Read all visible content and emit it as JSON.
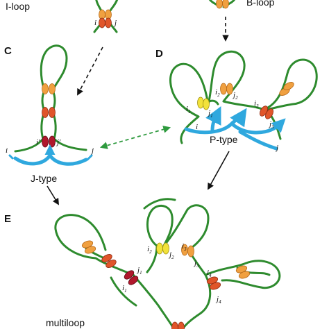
{
  "labels": {
    "i_loop": "I-loop",
    "b_loop": "B-loop",
    "panel_c": "C",
    "panel_d": "D",
    "panel_e": "E",
    "j_type": "J-type",
    "p_type": "P-type",
    "multiloop": "multiloop"
  },
  "indices": {
    "top_i": "i",
    "top_j": "j",
    "c_i": "i",
    "c_j": "j",
    "c_i_prime": "i'",
    "c_j_prime": "j'",
    "d_i": "i",
    "d_j": "j",
    "d_i1": "i",
    "d_i1_sub": "1",
    "d_j1": "j",
    "d_j1_sub": "1",
    "d_i2": "i",
    "d_i2_sub": "2",
    "d_j2": "j",
    "d_j2_sub": "2",
    "d_i3": "i",
    "d_i3_sub": "3",
    "d_j3": "j",
    "d_j3_sub": "3",
    "e_i1": "i",
    "e_i1_sub": "1",
    "e_j1": "j",
    "e_j1_sub": "1",
    "e_i2": "i",
    "e_i2_sub": "2",
    "e_j2": "j",
    "e_j2_sub": "2",
    "e_i3": "i",
    "e_i3_sub": "3",
    "e_j3": "j",
    "e_j3_sub": "3",
    "e_i4": "i",
    "e_i4_sub": "4",
    "e_j4": "j",
    "e_j4_sub": "4"
  },
  "colors": {
    "strand": "#2e8b2e",
    "contact_orange": "#f0a040",
    "contact_redorange": "#e0552a",
    "contact_darkred": "#b0182c",
    "contact_yellow": "#f2e23a",
    "arc_blue": "#2fa8de",
    "arrow_dashed_black": "#111111",
    "arrow_dashed_green": "#2e9a3e"
  }
}
